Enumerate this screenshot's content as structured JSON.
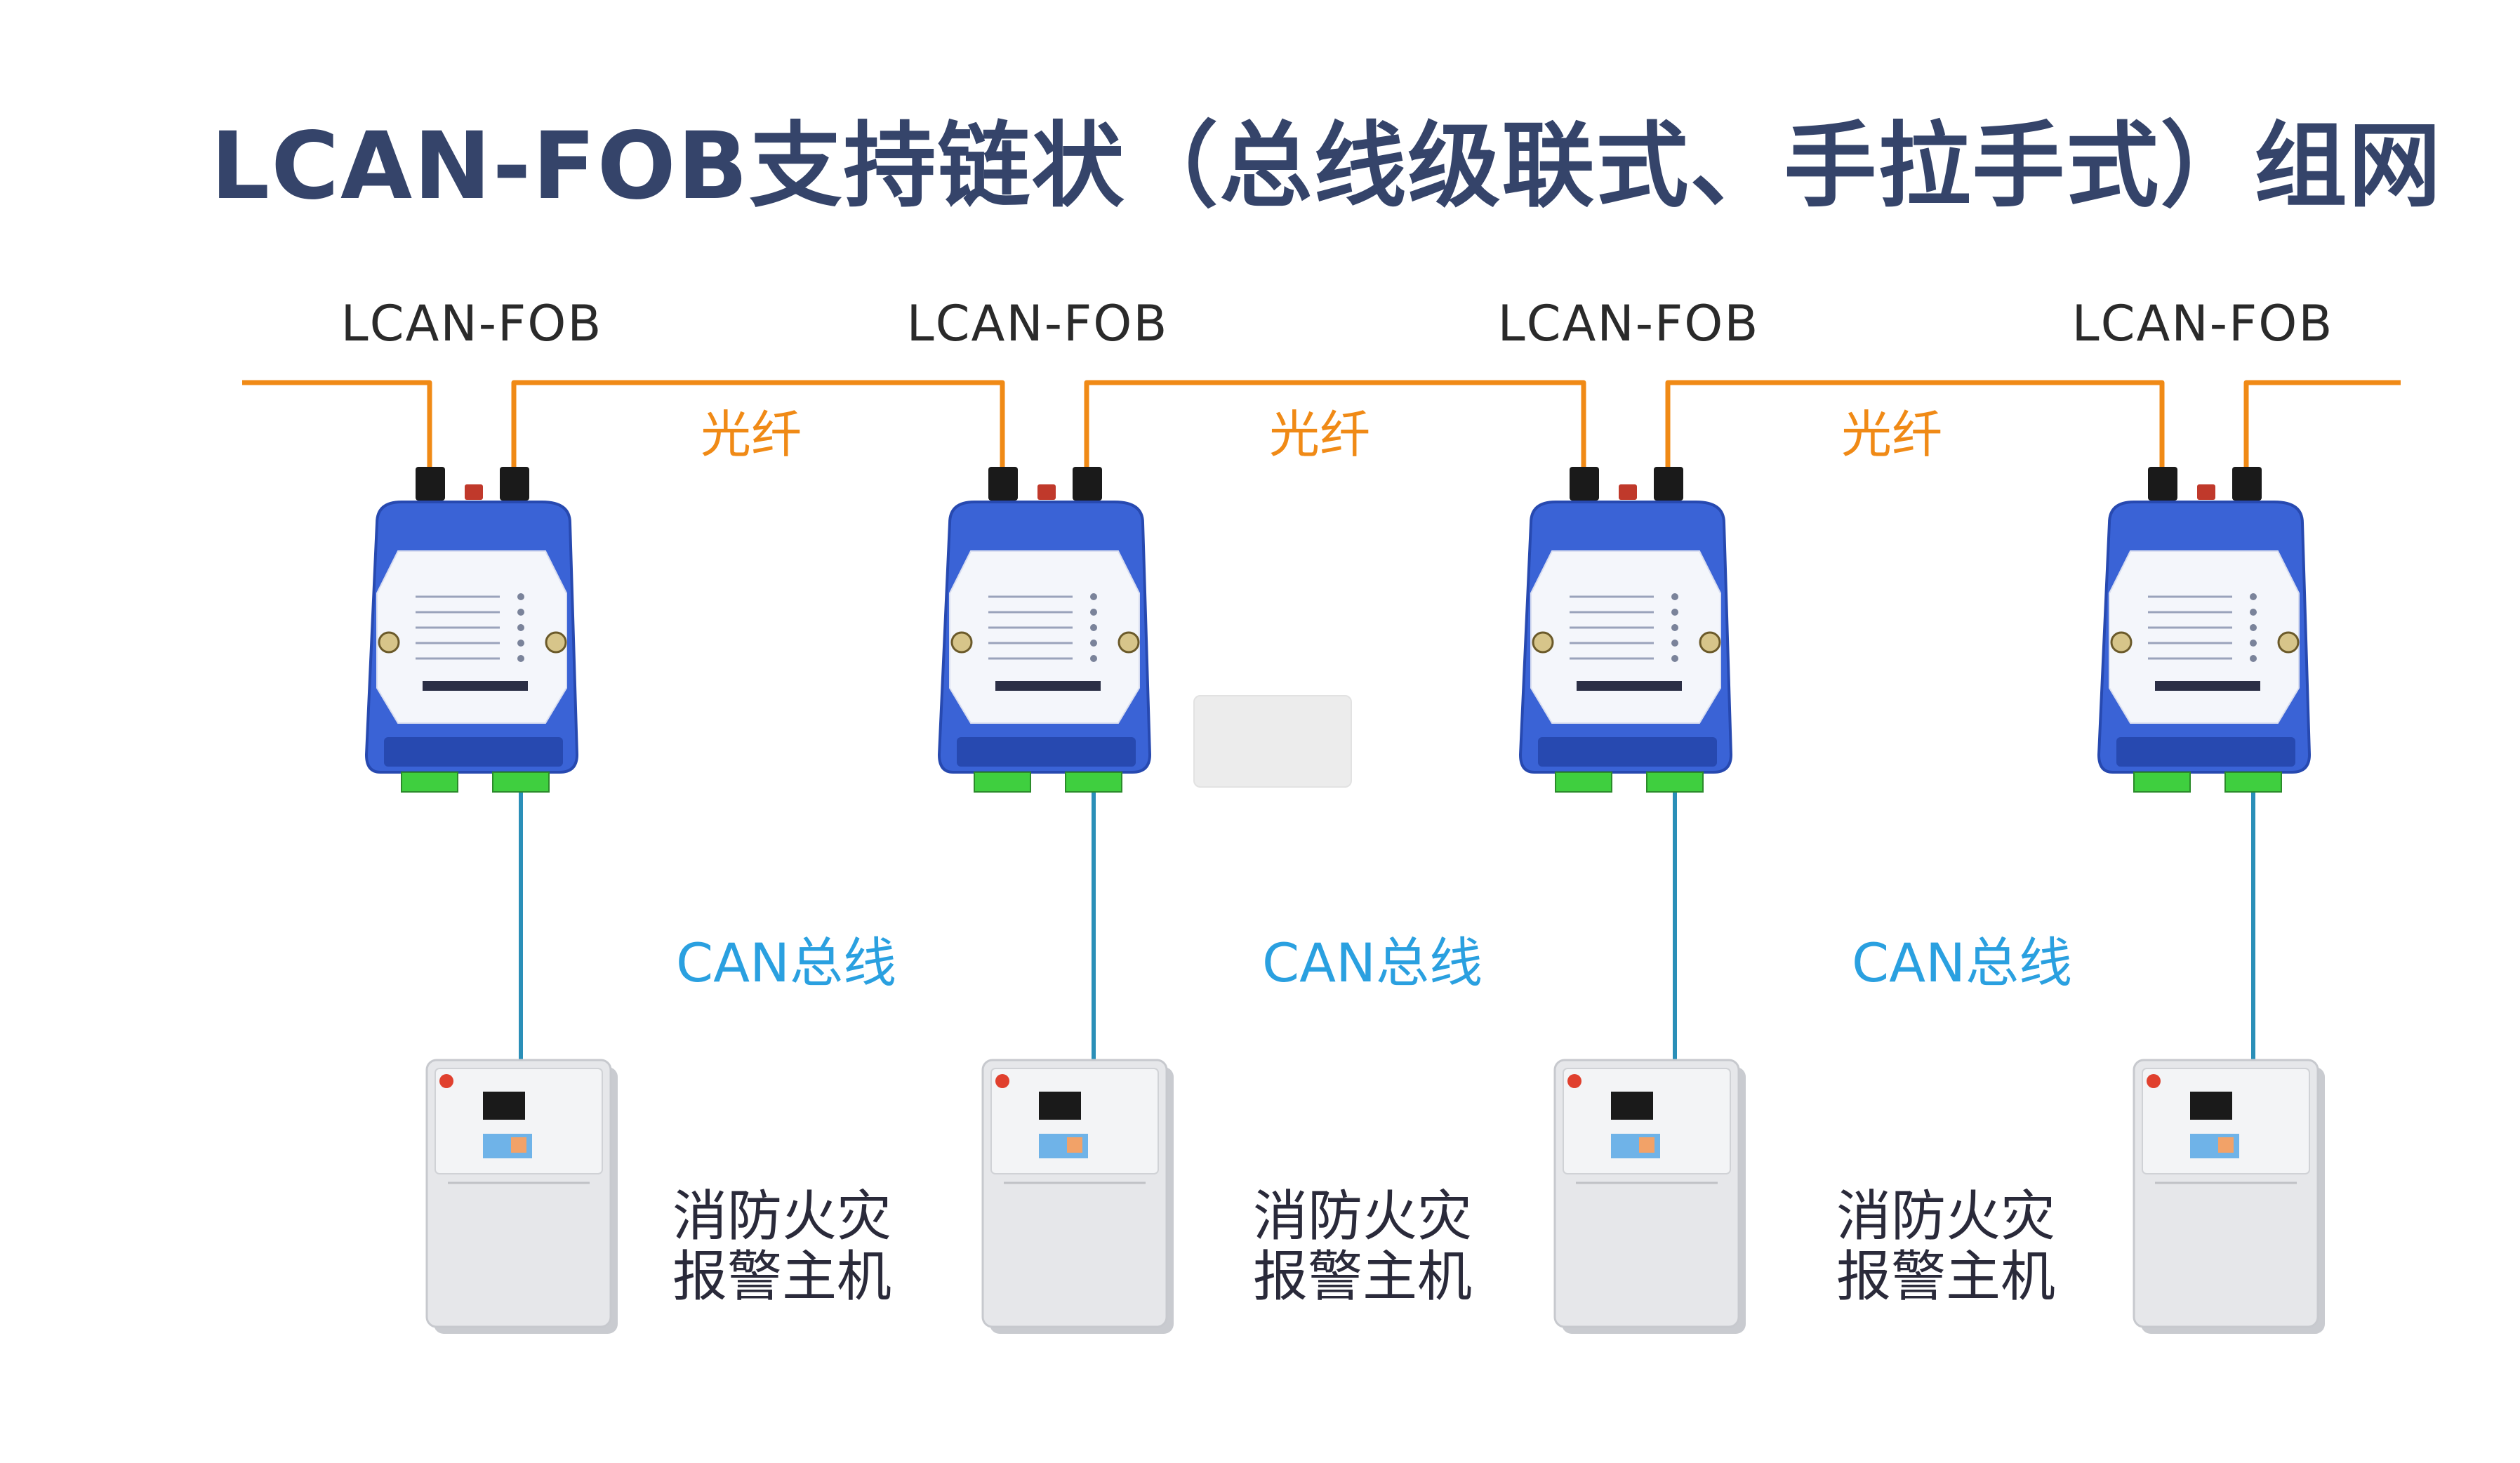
{
  "title": "LCAN-FOB支持链状（总线级联式、手拉手式）组网",
  "devices": [
    {
      "label": "LCAN-FOB"
    },
    {
      "label": "LCAN-FOB"
    },
    {
      "label": "LCAN-FOB"
    },
    {
      "label": "LCAN-FOB"
    }
  ],
  "fiber_labels": [
    "光纤",
    "光纤",
    "光纤"
  ],
  "can_labels": [
    "CAN总线",
    "CAN总线",
    "CAN总线"
  ],
  "hosts": [
    {
      "line1": "消防火灾",
      "line2": "报警主机"
    },
    {
      "line1": "消防火灾",
      "line2": "报警主机"
    },
    {
      "line1": "消防火灾",
      "line2": "报警主机"
    }
  ],
  "colors": {
    "fiber": "#f08a16",
    "can_bus": "#2a8fb8",
    "device_body": "#3a63d6",
    "device_dark": "#2749b0",
    "terminal": "#3fcf3f",
    "host_panel": "#e6e7ea",
    "title": "#35446a"
  }
}
